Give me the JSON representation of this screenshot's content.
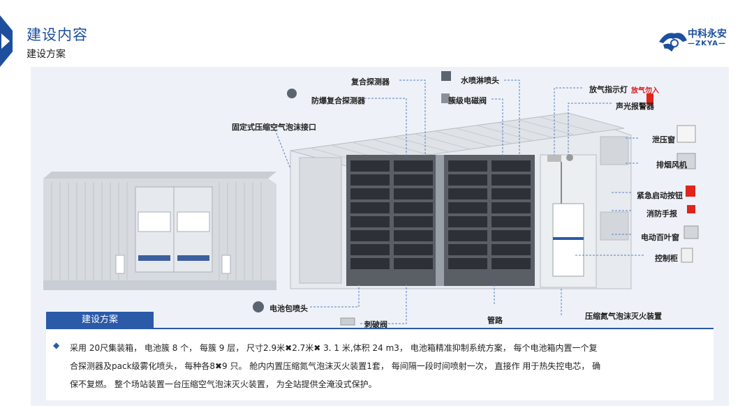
{
  "header": {
    "title": "建设内容",
    "subtitle": "建设方案",
    "logo_cn": "中科永安",
    "logo_en": "—ZKYA—"
  },
  "diagram": {
    "labels": {
      "fixed_interface": "固定式压缩空气泡沫接口",
      "explosion_detector": "防爆复合探测器",
      "composite_detector": "复合探测器",
      "water_spray": "水喷淋喷头",
      "cluster_valve": "簇级电磁阀",
      "release_light": "放气指示灯",
      "release_light_sign": "放气勿入",
      "alarm": "声光报警器",
      "pressure_window": "泄压窗",
      "exhaust_fan": "排烟风机",
      "emergency_button": "紧急启动按钮",
      "fire_alarm": "消防手报",
      "electric_louver": "电动百叶窗",
      "control_cabinet": "控制柜",
      "battery_nozzle": "电池包喷头",
      "puncture_valve": "刺破阀",
      "pipeline": "管路",
      "foam_device": "压缩氮气泡沫灭火装置"
    }
  },
  "section": {
    "tab_label": "建设方案",
    "desc_lines": [
      "采用  20尺集装箱，  电池簇 8 个，  每簇 9 层，  尺寸2.9米✖2.7米✖ 3. 1 米,体积 24 m3，  电池箱精准抑制系统方案，  每个电池箱内置一个复",
      "合探测器及pack级雾化喷头，  每种各8✖9 只。  舱内内置压缩氮气泡沫灭火装置1套，  每间隔一段时间喷射一次，  直接作 用于热失控电芯，  确",
      "保不复燃。  整个场站装置一台压缩空气泡沫灭火装置，  为全站提供全淹没式保护。"
    ]
  },
  "colors": {
    "brand_blue": "#1d4f9e",
    "tab_blue": "#2a5aa8",
    "panel_bg": "#eef2f8"
  }
}
